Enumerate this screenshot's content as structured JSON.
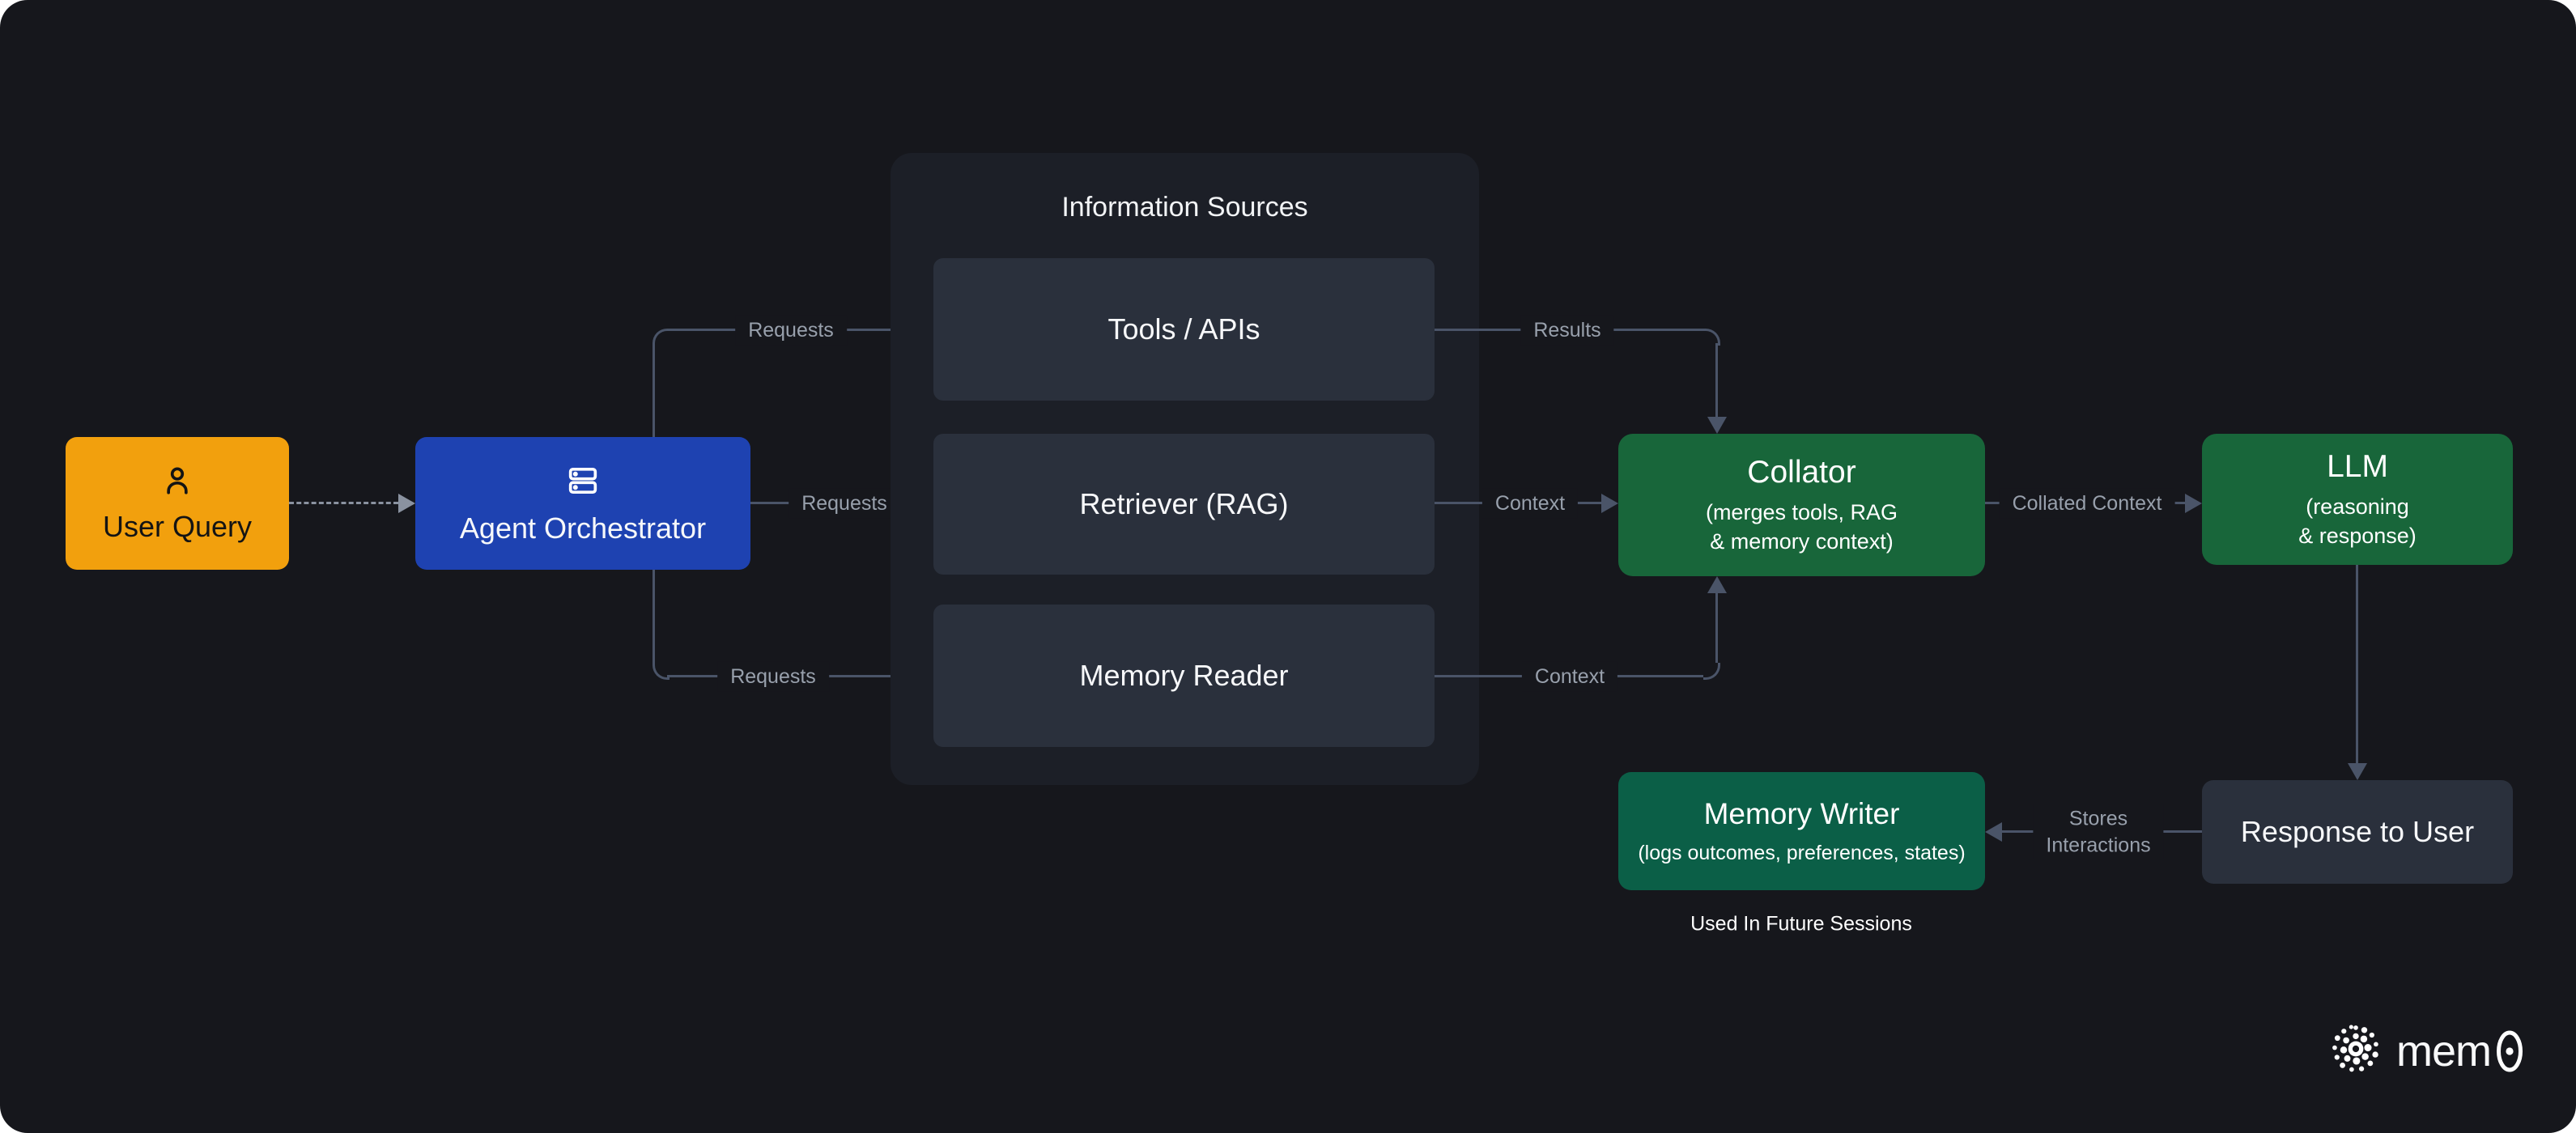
{
  "colors": {
    "background": "#16171C",
    "panel": "#1C1F27",
    "slate_box": "#2A303C",
    "orange": "#F2A00D",
    "blue": "#1E42B1",
    "green": "#18663A",
    "teal_green": "#0B5F47",
    "edge_line": "#4A5468",
    "edge_label": "#98A0AC",
    "dashed_line": "#8A92A0"
  },
  "nodes": {
    "user_query": {
      "label": "User Query"
    },
    "agent_orchestrator": {
      "label": "Agent Orchestrator"
    },
    "collator": {
      "title": "Collator",
      "subtitle_line1": "(merges tools, RAG",
      "subtitle_line2": "& memory context)"
    },
    "llm": {
      "title": "LLM",
      "subtitle_line1": "(reasoning",
      "subtitle_line2": "& response)"
    },
    "memory_writer": {
      "title": "Memory Writer",
      "subtitle": "(logs outcomes, preferences, states)"
    },
    "response_to_user": {
      "label": "Response to User"
    },
    "future_note": "Used In Future Sessions"
  },
  "info_panel": {
    "title": "Information Sources",
    "sources": [
      {
        "label": "Tools / APIs"
      },
      {
        "label": "Retriever (RAG)"
      },
      {
        "label": "Memory Reader"
      }
    ]
  },
  "edges": {
    "requests_top": "Requests",
    "requests_mid": "Requests",
    "requests_bottom": "Requests",
    "results": "Results",
    "context_mid": "Context",
    "context_bottom": "Context",
    "collated_context": "Collated Context",
    "stores_line1": "Stores",
    "stores_line2": "Interactions"
  },
  "brand": {
    "name": "mem0",
    "prefix": "mem",
    "zero": "0"
  }
}
